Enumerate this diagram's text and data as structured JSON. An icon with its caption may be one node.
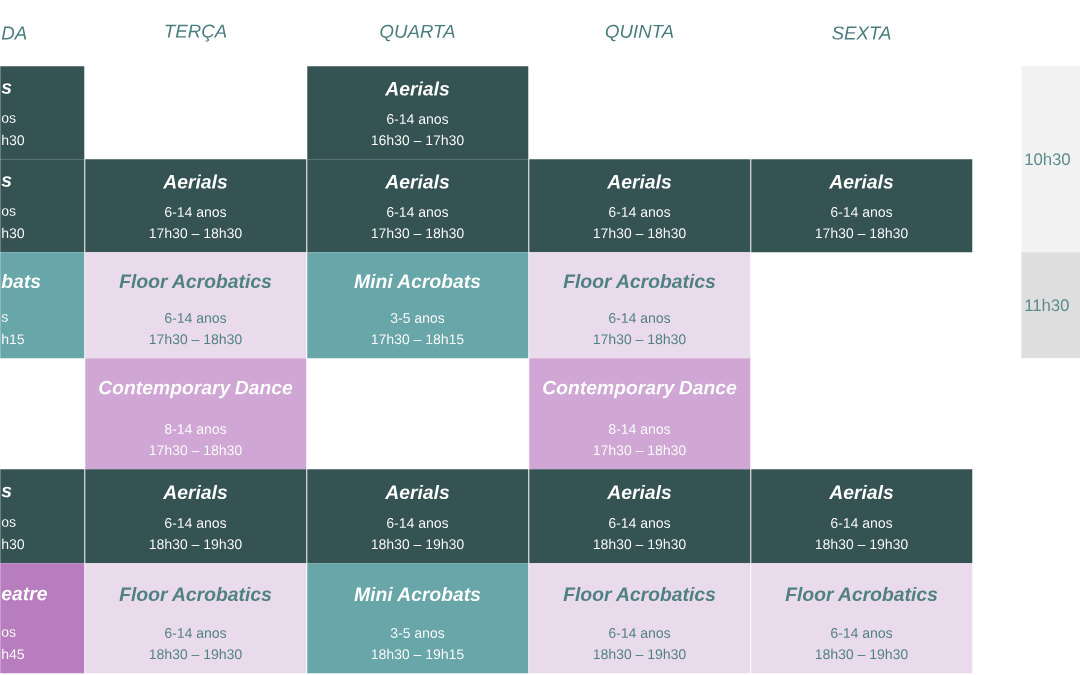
{
  "diagram": {
    "nodes": [
      {
        "text": [
          "s",
          "os",
          "h30"
        ]
      },
      {
        "text": [
          "Aerials",
          "6-14 anos",
          "16h30 – 17h30"
        ]
      },
      {
        "text": [
          "10h30"
        ]
      },
      {
        "text": [
          "s",
          "os",
          "h30"
        ]
      },
      {
        "text": [
          "Aerials",
          "6-14 anos",
          "17h30 – 18h30"
        ]
      },
      {
        "text": [
          "Aerials",
          "6-14 anos",
          "17h30 – 18h30"
        ]
      },
      {
        "text": [
          "Aerials",
          "6-14 anos",
          "17h30 – 18h30"
        ]
      },
      {
        "text": [
          "Aerials",
          "6-14 anos",
          "17h30 – 18h30"
        ]
      },
      {
        "text": [
          "bats",
          "s",
          "h15"
        ]
      },
      {
        "text": [
          "Floor Acrobatics",
          "6-14 anos",
          "17h30 – 18h30"
        ]
      },
      {
        "text": [
          "Mini Acrobats",
          "3-5 anos",
          "17h30 – 18h15"
        ]
      },
      {
        "text": [
          "Floor Acrobatics",
          "6-14 anos",
          "17h30 – 18h30"
        ]
      },
      {
        "text": [
          "11h30"
        ]
      },
      {
        "text": [
          "Contemporary Dance",
          "8-14 anos",
          "17h30 – 18h30"
        ]
      },
      {
        "text": [
          "Contemporary Dance",
          "8-14 anos",
          "17h30 – 18h30"
        ]
      },
      {
        "text": [
          "s",
          "os",
          "h30"
        ]
      },
      {
        "text": [
          "Aerials",
          "6-14 anos",
          "18h30 – 19h30"
        ]
      },
      {
        "text": [
          "Aerials",
          "6-14 anos",
          "18h30 – 19h30"
        ]
      },
      {
        "text": [
          "Aerials",
          "6-14 anos",
          "18h30 – 19h30"
        ]
      },
      {
        "text": [
          "Aerials",
          "6-14 anos",
          "18h30 – 19h30"
        ]
      },
      {
        "text": [
          "eatre",
          "os",
          "h45"
        ]
      },
      {
        "text": [
          "Floor Acrobatics",
          "6-14 anos",
          "18h30 – 19h30"
        ]
      },
      {
        "text": [
          "Mini Acrobats",
          "3-5 anos",
          "18h30 – 19h15"
        ]
      },
      {
        "text": [
          "Floor Acrobatics",
          "6-14 anos",
          "18h30 – 19h30"
        ]
      },
      {
        "text": [
          "Floor Acrobatics",
          "6-14 anos",
          "18h30 – 19h30"
        ]
      }
    ],
    "labels": [
      "DA",
      "TERÇA",
      "QUARTA",
      "QUINTA",
      "SEXTA"
    ]
  }
}
